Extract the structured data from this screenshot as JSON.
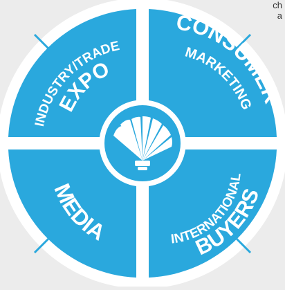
{
  "colors": {
    "background": "#ececec",
    "ring": "#ffffff",
    "segment": "#2aa8dd",
    "center": "#2aa8dd",
    "text": "#ffffff"
  },
  "segments": [
    {
      "id": "top-left",
      "line1": "INDUSTRY/TRADE",
      "line2": "EXPO"
    },
    {
      "id": "top-right",
      "line1": "CONSUMER",
      "line2": "MARKETING"
    },
    {
      "id": "bottom-left",
      "line1": "MEDIA"
    },
    {
      "id": "bottom-right",
      "line1": "INTERNATIONAL",
      "line2": "BUYERS"
    }
  ],
  "center": {
    "icon": "shell-icon"
  },
  "corner": {
    "line1": "ch",
    "line2": "a"
  }
}
